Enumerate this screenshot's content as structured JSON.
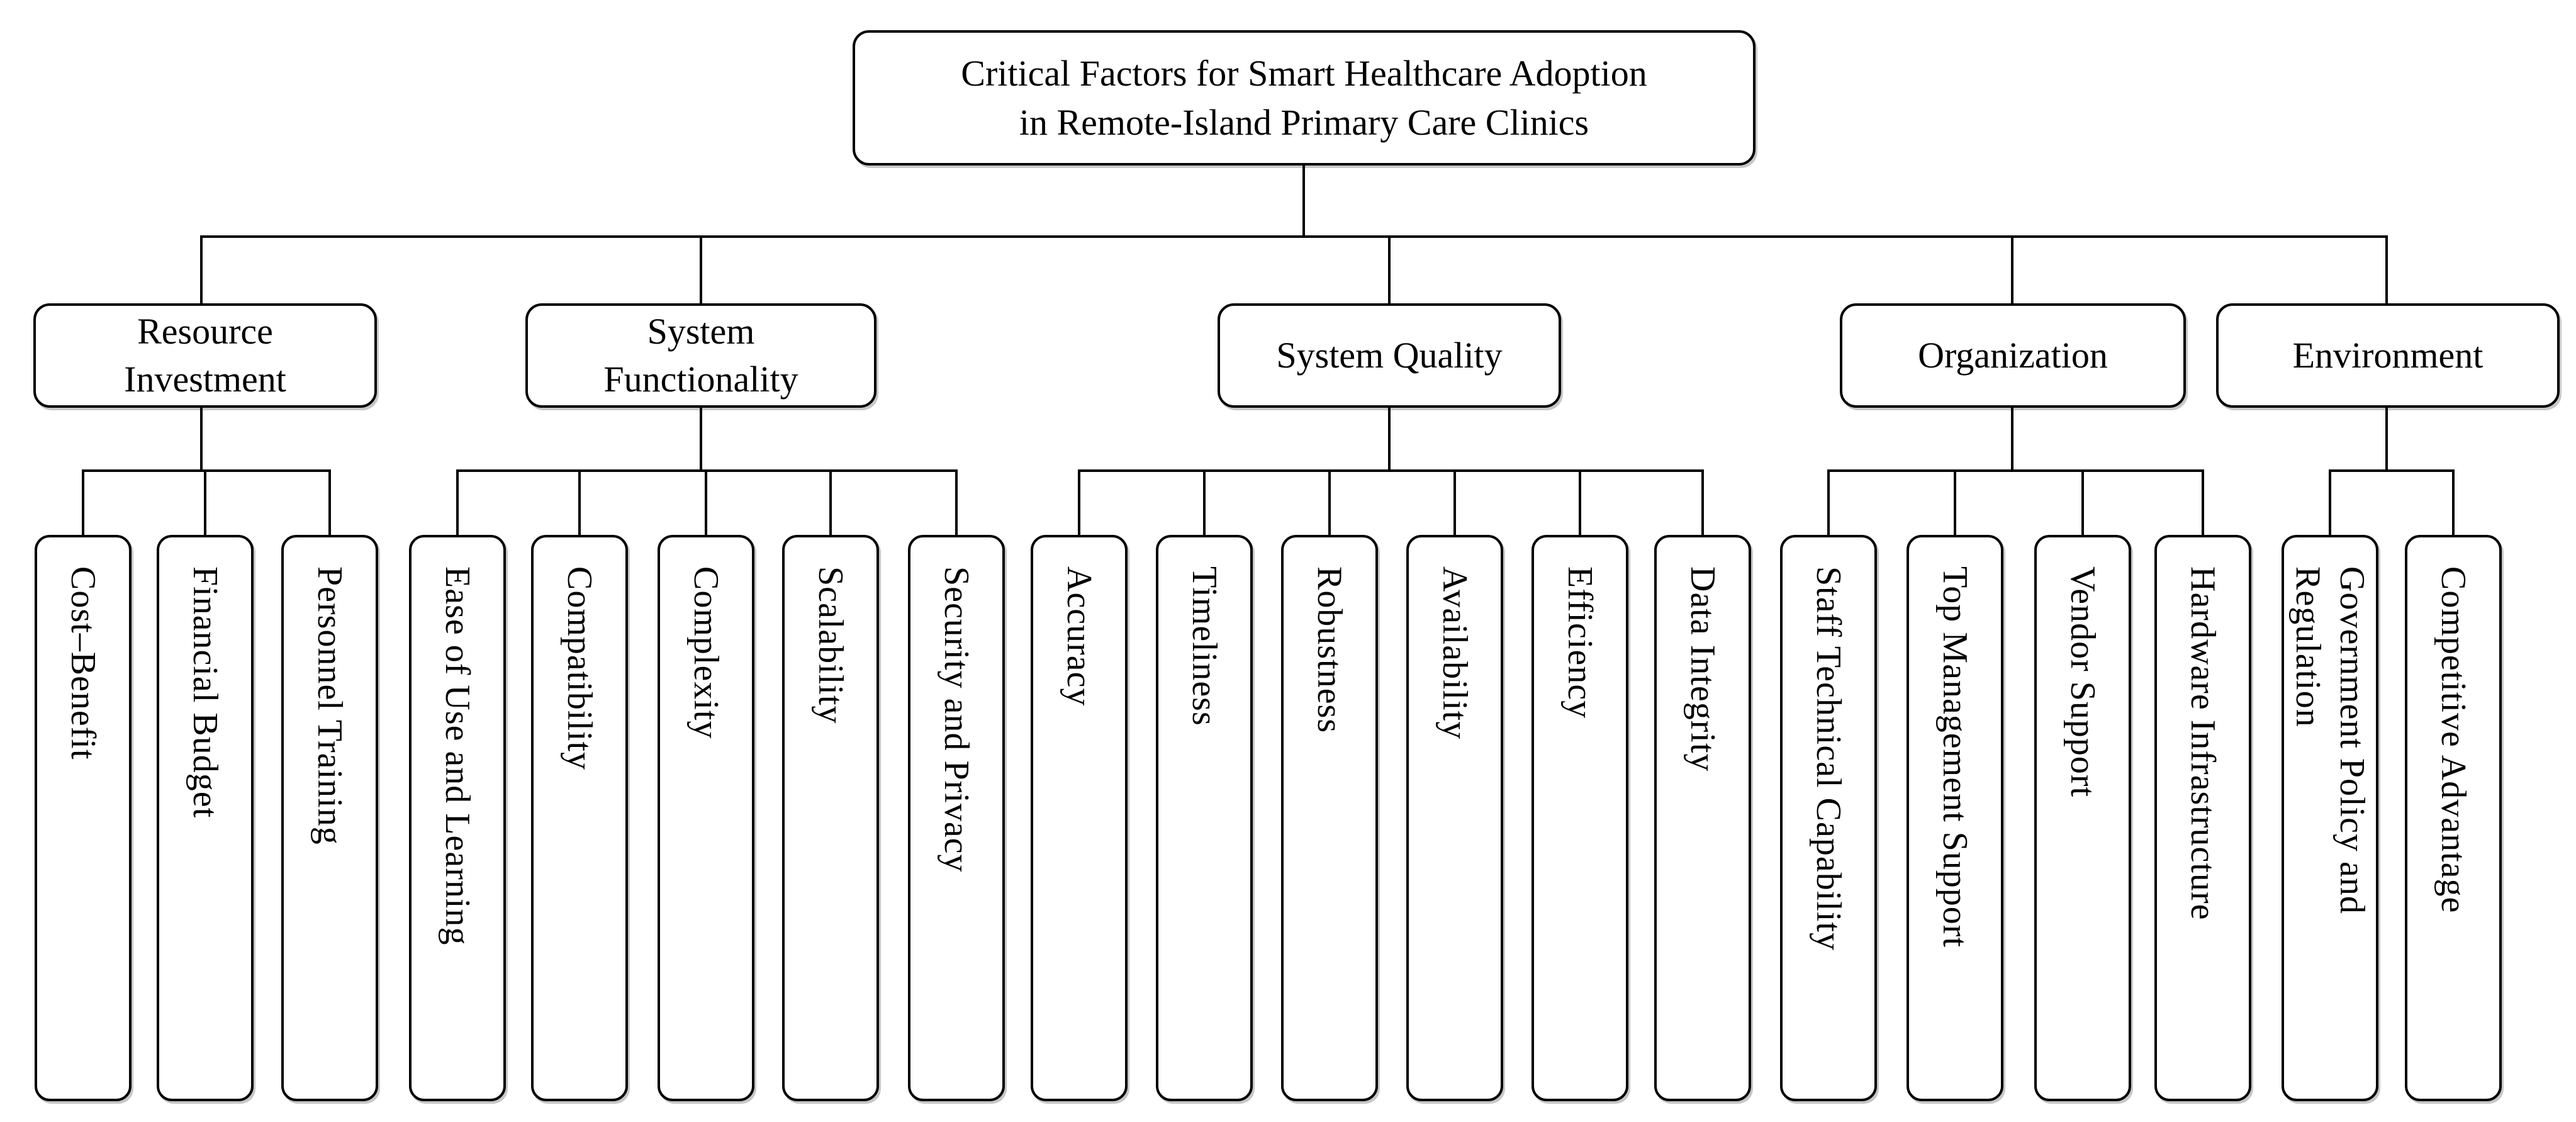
{
  "figure": {
    "type": "hierarchy-diagram",
    "levels": 3,
    "root": {
      "title_line1": "Critical Factors for Smart Healthcare Adoption",
      "title_line2": "in Remote-Island Primary Care Clinics"
    },
    "categories": [
      {
        "label": "Resource Investment",
        "children": [
          "Cost–Benefit",
          "Financial Budget",
          "Personnel Training"
        ]
      },
      {
        "label": "System Functionality",
        "children": [
          "Ease of Use and Learning",
          "Compatibility",
          "Complexity",
          "Scalability",
          "Security and Privacy"
        ]
      },
      {
        "label": "System Quality",
        "children": [
          "Accuracy",
          "Timeliness",
          "Robustness",
          "Availability",
          "Efficiency",
          "Data Integrity"
        ]
      },
      {
        "label": "Organization",
        "children": [
          "Staff Technical Capability",
          "Top Management Support",
          "Vendor Support",
          "Hardware Infrastructure"
        ]
      },
      {
        "label": "Environment",
        "children": [
          "Government Policy and Regulation",
          "Competitive Advantage"
        ]
      }
    ],
    "colors": {
      "background": "#ffffff",
      "box_fill": "#ffffff",
      "box_border": "#000000",
      "line": "#000000",
      "text": "#000000"
    }
  }
}
